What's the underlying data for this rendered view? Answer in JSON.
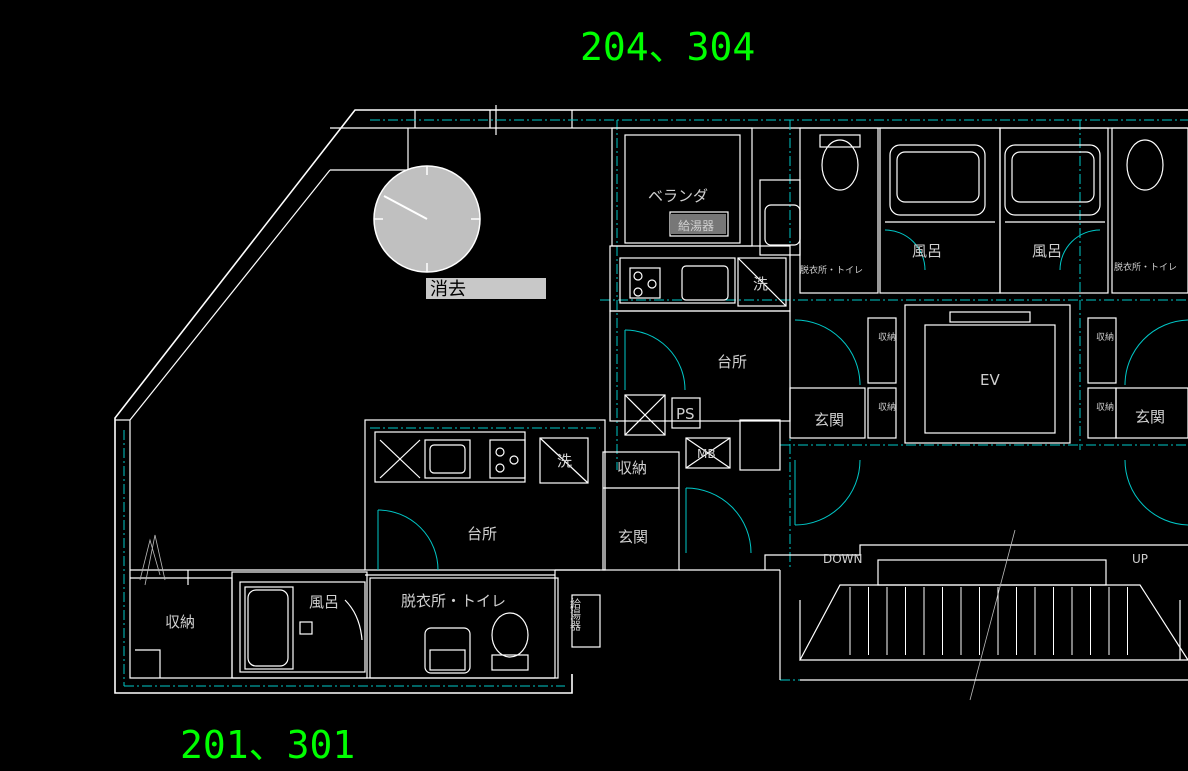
{
  "units": {
    "upper": "204、304",
    "lower": "201、301"
  },
  "rooms": {
    "veranda": "ベランダ",
    "water_heater_top": "給湯器",
    "water_heater_bottom": "給湯器",
    "kitchen_right": "台所",
    "kitchen_left": "台所",
    "bath_1": "風呂",
    "bath_2": "風呂",
    "bath_left": "風呂",
    "washroom_1": "脱衣所・トイレ",
    "washroom_2": "脱衣所・トイレ",
    "washroom_left": "脱衣所・トイレ",
    "wash_top": "洗",
    "wash_left": "洗",
    "storage_mid": "収納",
    "storage_left": "収納",
    "storage_v1": "収納",
    "storage_v2": "収納",
    "storage_v3": "収納",
    "storage_v4": "収納",
    "entrance_mid": "玄関",
    "entrance_right1": "玄関",
    "entrance_right2": "玄関",
    "elevator": "EV",
    "ps": "PS",
    "mb": "MB",
    "stair_down": "DOWN",
    "stair_up": "UP"
  },
  "context_menu": {
    "erase": "消去"
  }
}
